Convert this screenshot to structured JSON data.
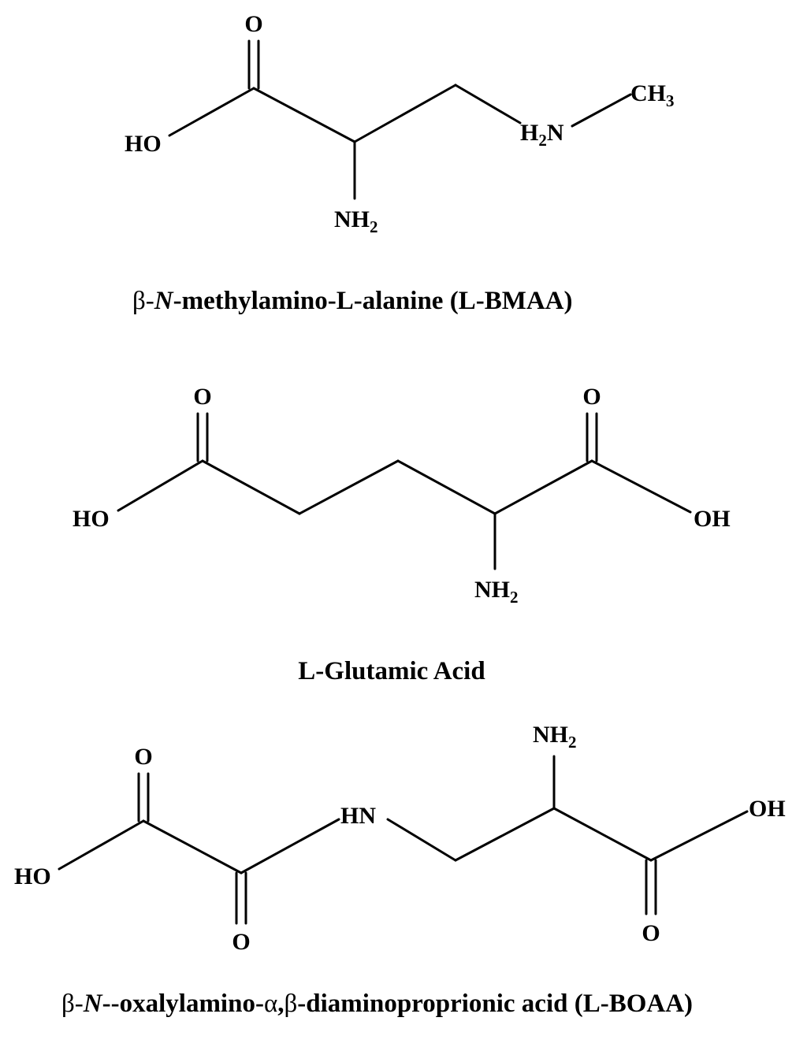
{
  "molecules": [
    {
      "name": "l-bmaa",
      "caption": {
        "prefix": "β-",
        "italic": "N",
        "rest": "-methylamino-L-alanine (L-BMAA)"
      },
      "atoms": {
        "carbonyl_o": "O",
        "hydroxyl": "HO",
        "amine_n": "H",
        "amine_n_sub": "2",
        "amine_n_tail": "N",
        "methyl": "CH",
        "methyl_sub": "3",
        "alpha_amine": "NH",
        "alpha_amine_sub": "2"
      }
    },
    {
      "name": "l-glutamic-acid",
      "caption": {
        "text": "L-Glutamic Acid"
      },
      "atoms": {
        "left_o": "O",
        "right_o": "O",
        "left_hydroxyl": "HO",
        "right_hydroxyl": "OH",
        "alpha_amine": "NH",
        "alpha_amine_sub": "2"
      }
    },
    {
      "name": "l-boaa",
      "caption": {
        "prefix": "β-",
        "italic": "N",
        "rest": "--oxalylamino-",
        "alpha": "α",
        "comma": ",",
        "beta": "β",
        "rest2": "-diaminoproprionic acid (L-BOAA)"
      },
      "atoms": {
        "top_o": "O",
        "bottom_o": "O",
        "hydroxyl_left": "HO",
        "imine": "HN",
        "amine": "NH",
        "amine_sub": "2",
        "hydroxyl_right": "OH",
        "carboxyl_o": "O"
      }
    }
  ]
}
